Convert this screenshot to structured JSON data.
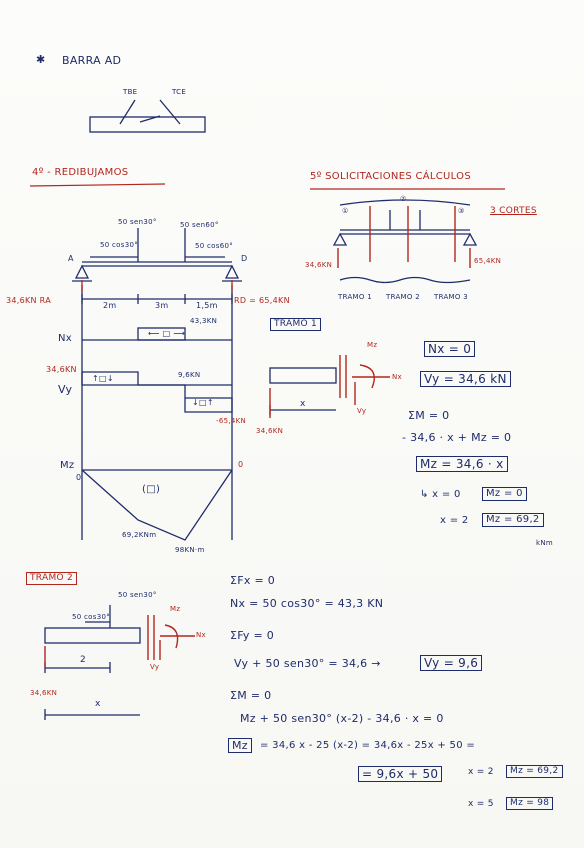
{
  "header": {
    "barra_title": "BARRA AD",
    "tbe_label": "TBE",
    "tce_label": "TCE"
  },
  "reactions_section": {
    "title": "4º - REDIBUJAMOS",
    "force_50sen30": "50 sen30°",
    "force_50sen30_b": "50 sen60°",
    "force_50cos30": "50 cos30°",
    "force_50cos60": "50 cos60°",
    "point_a": "A",
    "point_d": "D",
    "reaction_left": "34,6KN RA",
    "reaction_right": "RD = 65,4KN",
    "span_1": "2m",
    "span_2": "3m",
    "span_3": "1,5m",
    "nx_label": "Nx",
    "nx_value": "43,3KN",
    "vy_label": "Vy",
    "vy_left": "34,6KN",
    "vy_mid": "9,6KN",
    "vy_right": "-65,4KN",
    "mz_label": "Mz",
    "mz_left": "0",
    "mz_right": "0",
    "mz_val_1": "69,2KNm",
    "mz_val_2": "98KN·m"
  },
  "solicitaciones": {
    "title": "5º SOLICITACIONES CÁLCULOS",
    "cortes": "3 CORTES",
    "left_force": "34,6KN",
    "right_force": "65,4KN",
    "tramo_labels": [
      "TRAMO 1",
      "TRAMO 2",
      "TRAMO 3"
    ]
  },
  "tramo1": {
    "title": "TRAMO 1",
    "force": "34,6KN",
    "x_label": "x",
    "nx_eq": "Nx = 0",
    "vy_eq": "Vy = 34,6 kN",
    "em": "ΣM = 0",
    "eq1": "- 34,6 · x + Mz = 0",
    "eq2": "Mz = 34,6 · x",
    "eq3_pre": "↳ x = 0",
    "eq3_val": "Mz = 0",
    "eq4_pre": "x = 2",
    "eq4_val": "Mz = 69,2",
    "unit": "kNm"
  },
  "tramo2": {
    "title": "TRAMO 2",
    "force_cos": "50 cos30°",
    "force_sen": "50 sen30°",
    "support_force": "34,6KN",
    "span_2": "2",
    "x_label": "x",
    "efx": "ΣFx = 0",
    "nx_eq": "Nx = 50 cos30° = 43,3 KN",
    "efy": "ΣFy = 0",
    "vy_eq_pre": "Vy + 50 sen30° = 34,6 →",
    "vy_eq_val": "Vy = 9,6",
    "em": "ΣM = 0",
    "eq1": "Mz + 50 sen30° (x-2) - 34,6 · x = 0",
    "eq2_box": "Mz",
    "eq2": "= 34,6 x - 25 (x-2) = 34,6x - 25x + 50 =",
    "eq3": "= 9,6x + 50",
    "eq4_pre": "x = 2",
    "eq4_val": "Mz = 69,2",
    "eq5_pre": "x = 5",
    "eq5_val": "Mz = 98"
  },
  "colors": {
    "ink_blue": "#1f2c6b",
    "ink_red": "#b3261e",
    "paper": "#fbfbf9"
  }
}
